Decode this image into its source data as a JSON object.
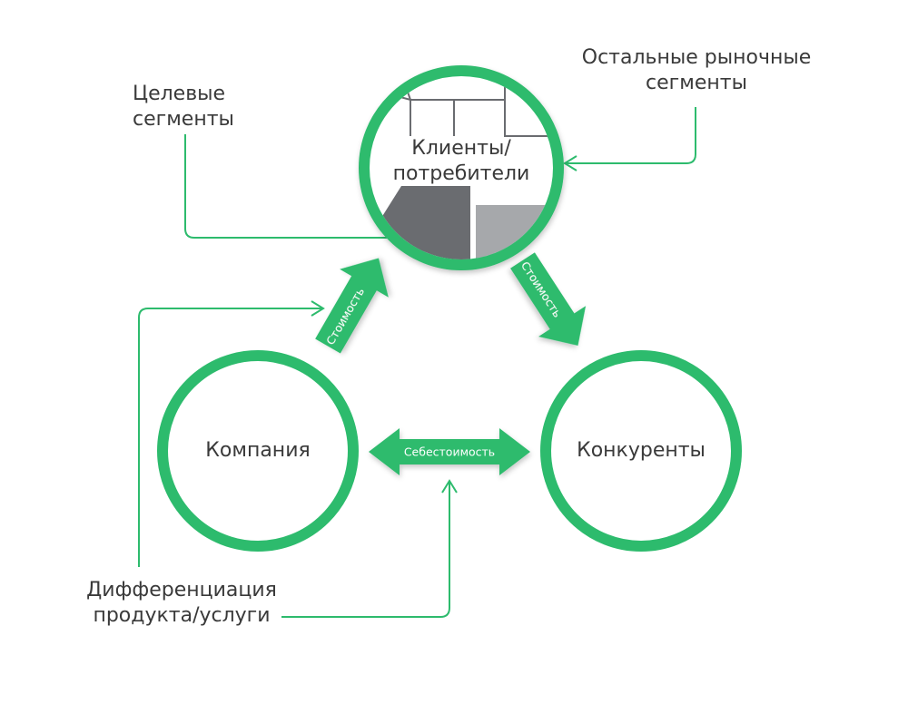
{
  "nodes": {
    "clients": {
      "label_line1": "Клиенты/",
      "label_line2": "потребители"
    },
    "company": {
      "label": "Компания"
    },
    "competitors": {
      "label": "Конкуренты"
    }
  },
  "arrows": {
    "company_to_clients": "Стоимость",
    "clients_to_competitors": "Стоимость",
    "company_competitors": "Себестоимость"
  },
  "annotations": {
    "target_segments": {
      "line1": "Целевые",
      "line2": "сегменты"
    },
    "other_segments": {
      "line1": "Остальные рыночные",
      "line2": "сегменты"
    },
    "differentiation": {
      "line1": "Дифференциация",
      "line2": "продукта/услуги"
    }
  },
  "colors": {
    "accent": "#2dbb6d",
    "text": "#3a3a3a",
    "segment_dark": "#6a6c70",
    "segment_light": "#a6a8ab",
    "segment_lines": "#6a6c70"
  }
}
